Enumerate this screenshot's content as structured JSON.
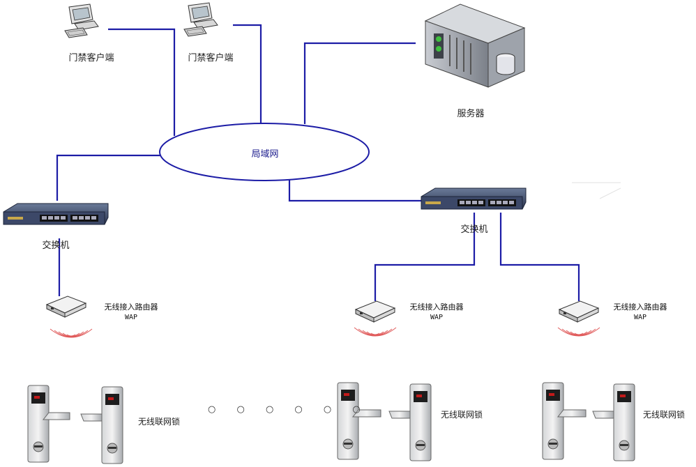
{
  "clients": [
    {
      "label": "门禁客户端"
    },
    {
      "label": "门禁客户端"
    }
  ],
  "server": {
    "label": "服务器"
  },
  "lan": {
    "label": "局域网"
  },
  "switches": [
    {
      "label": "交换机"
    },
    {
      "label": "交换机"
    }
  ],
  "waps": [
    {
      "name": "无线接入路由器",
      "sub": "WAP"
    },
    {
      "name": "无线接入路由器",
      "sub": "WAP"
    },
    {
      "name": "无线接入路由器",
      "sub": "WAP"
    }
  ],
  "locks": [
    {
      "label": "无线联网锁"
    },
    {
      "label": "无线联网锁"
    },
    {
      "label": "无线联网锁"
    }
  ],
  "ellipsis": "○ ○ ○ ○ ○ ○",
  "colors": {
    "wire": "#1c1ca6",
    "lan_stroke": "#1c1ca6",
    "signal": "#e05a5a"
  }
}
